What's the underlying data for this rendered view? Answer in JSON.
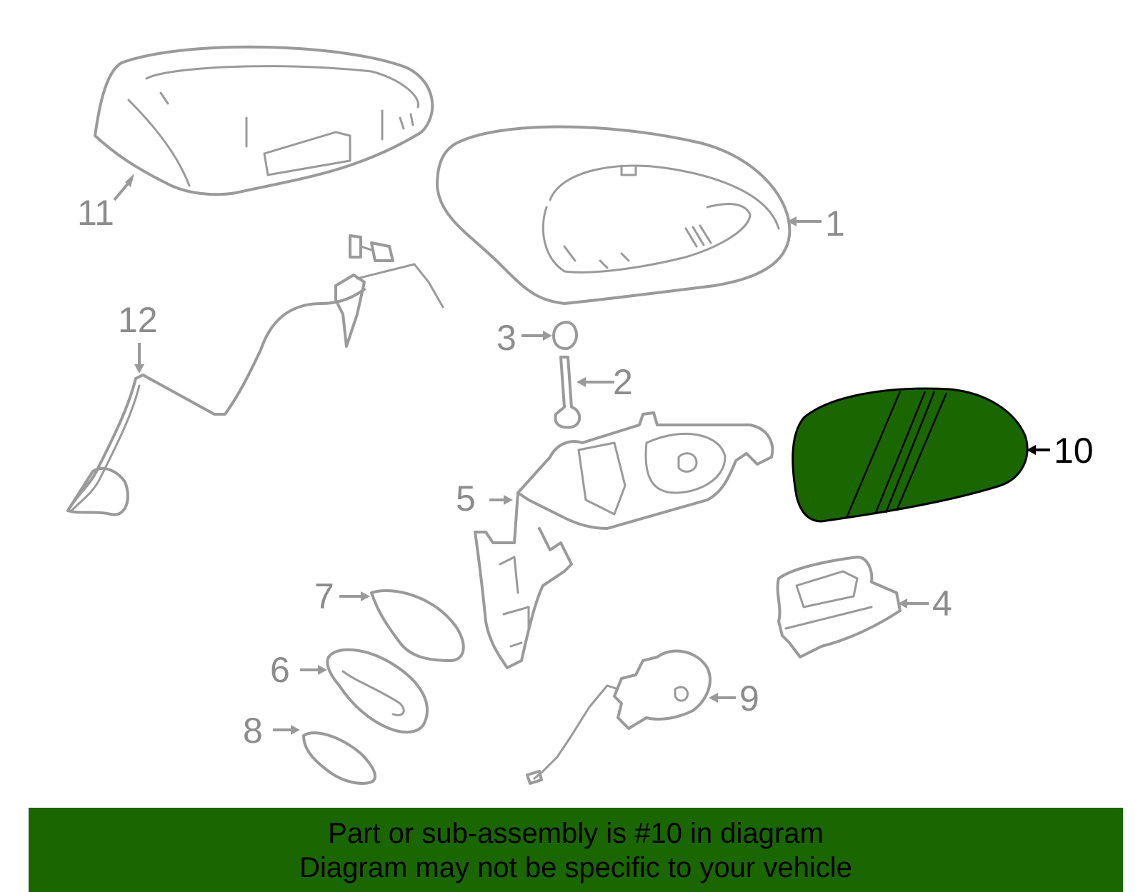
{
  "diagram": {
    "highlight_color": "#1a6600",
    "outline_color": "#9a9a9a",
    "highlighted_part": "10",
    "callouts": [
      "1",
      "2",
      "3",
      "4",
      "5",
      "6",
      "7",
      "8",
      "9",
      "10",
      "11",
      "12"
    ]
  },
  "banner": {
    "line1": "Part or sub-assembly is #10 in diagram",
    "line2": "Diagram may not be specific to your vehicle",
    "background": "#1a6600"
  }
}
